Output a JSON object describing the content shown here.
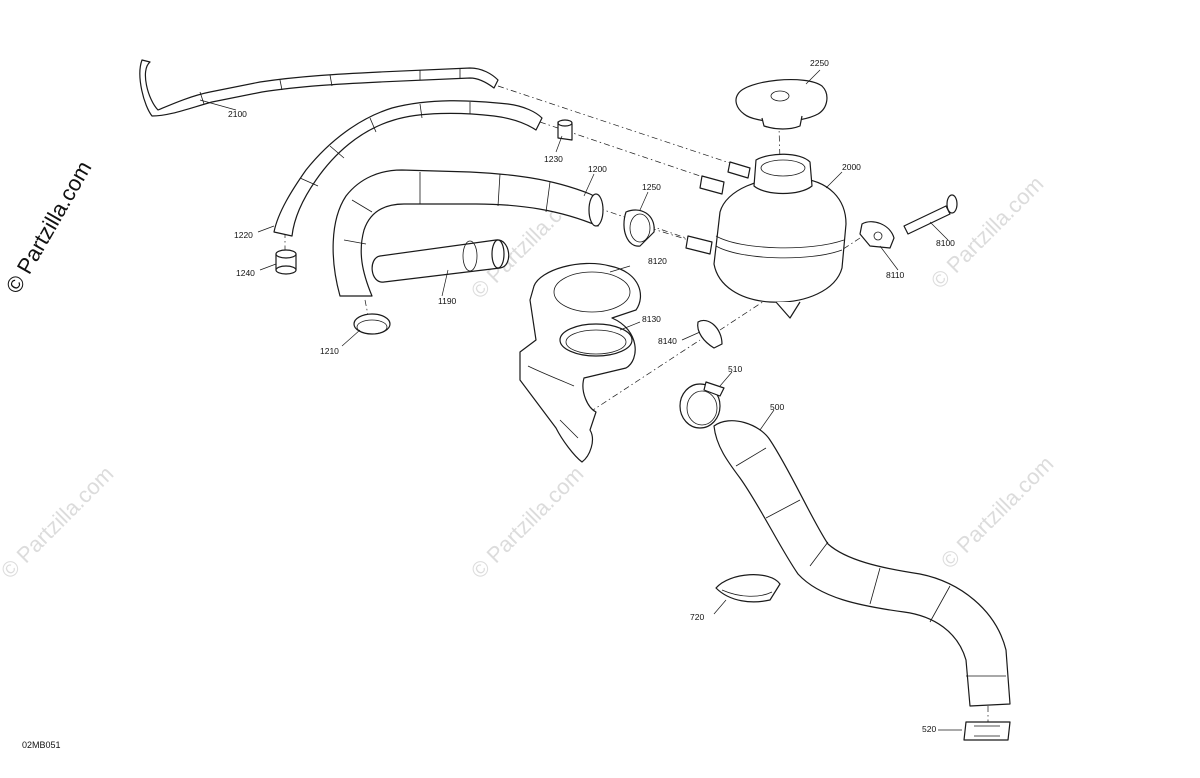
{
  "watermark": {
    "brand": "© Partzilla.com",
    "faded": "© Partzilla.com"
  },
  "diagram_code": "02MB051",
  "callouts": {
    "c2100": "2100",
    "c1220": "1220",
    "c1240": "1240",
    "c1210": "1210",
    "c1190": "1190",
    "c1230": "1230",
    "c1200": "1200",
    "c1250": "1250",
    "c8120": "8120",
    "c8130": "8130",
    "c8140": "8140",
    "c2250": "2250",
    "c2000": "2000",
    "c8110": "8110",
    "c8100": "8100",
    "c510": "510",
    "c500": "500",
    "c720": "720",
    "c520": "520"
  },
  "colors": {
    "line": "#1a1a1a",
    "watermark": "#dcdcdc",
    "background": "#ffffff"
  }
}
